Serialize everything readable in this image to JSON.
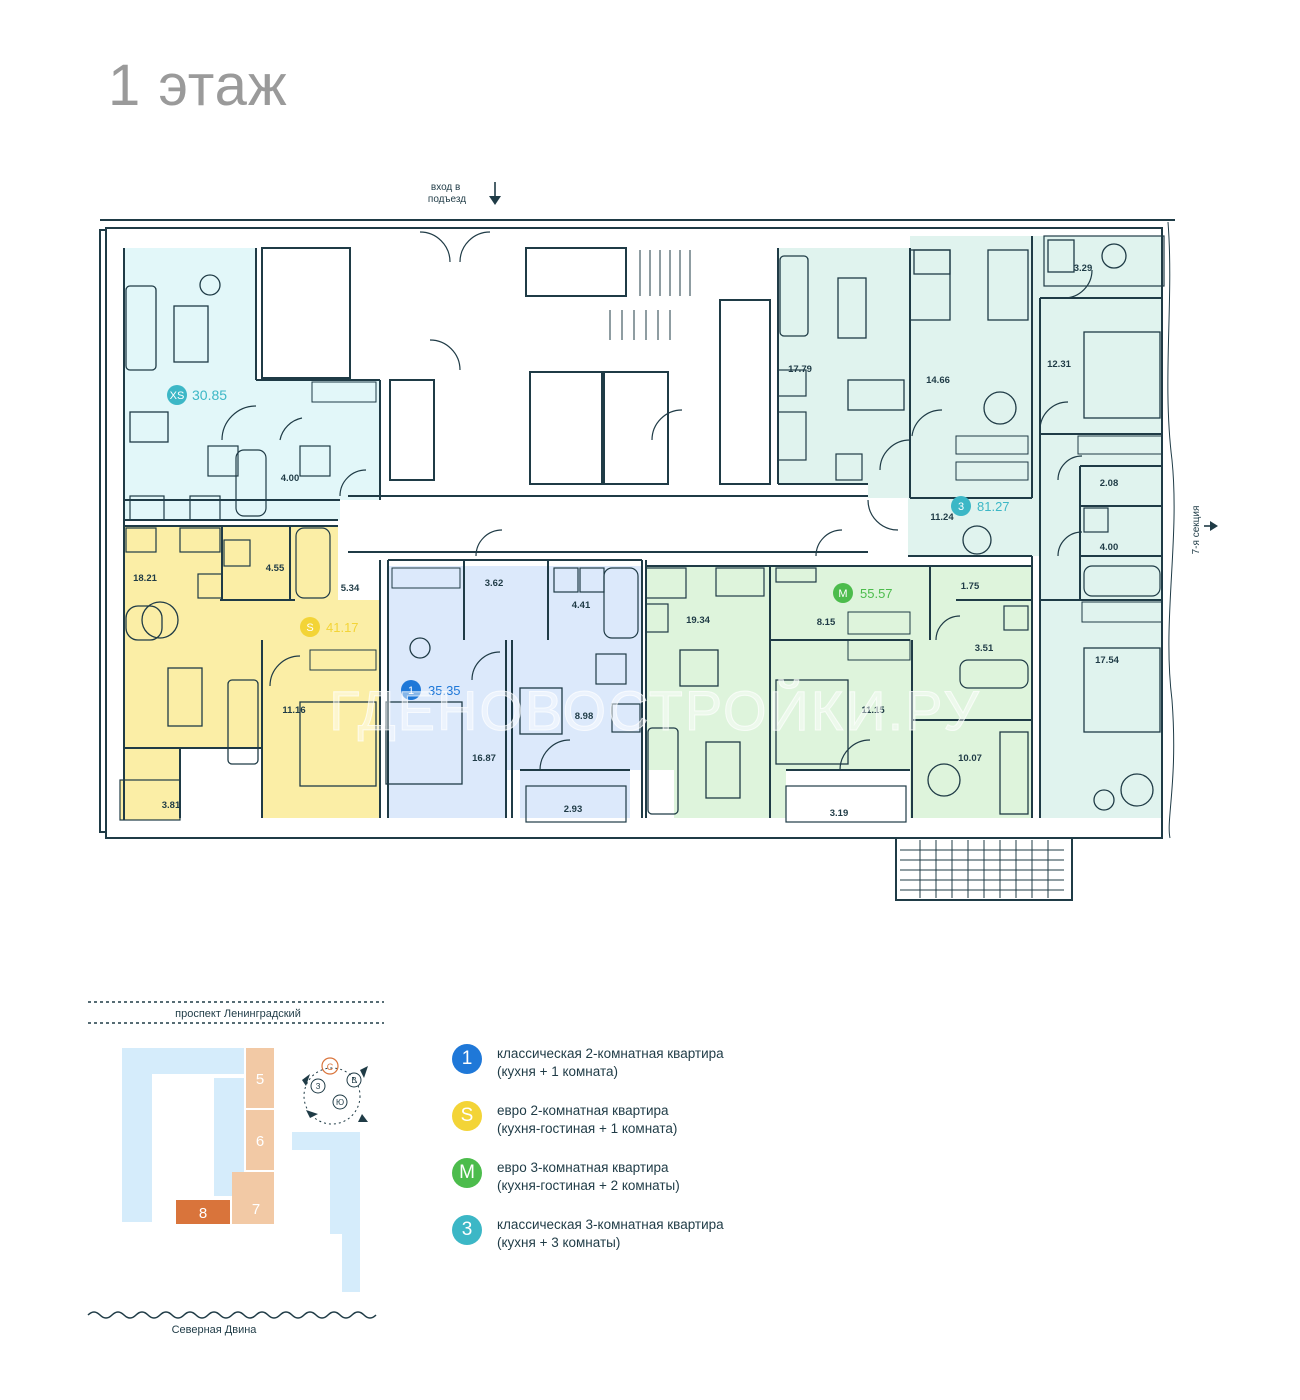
{
  "page_title": "1 этаж",
  "entrance_label": [
    "вход в",
    "подъезд"
  ],
  "section_label": "7-я секция",
  "watermark": "ГДЕНОВОСТРОЙКИ.РУ",
  "apartments": [
    {
      "badge": "XS",
      "area": "30.85",
      "color": "#3cb7c6"
    },
    {
      "badge": "S",
      "area": "41.17",
      "color": "#f3d437"
    },
    {
      "badge": "1",
      "area": "35.35",
      "color": "#1f78d8"
    },
    {
      "badge": "M",
      "area": "55.57",
      "color": "#4cbc4c"
    },
    {
      "badge": "3",
      "area": "81.27",
      "color": "#3cb7c6"
    }
  ],
  "rooms": [
    "4.00",
    "18.21",
    "4.55",
    "5.34",
    "11.16",
    "3.81",
    "3.62",
    "4.41",
    "8.98",
    "16.87",
    "2.93",
    "19.34",
    "8.15",
    "1.75",
    "3.51",
    "11.15",
    "10.07",
    "3.19",
    "17.79",
    "14.66",
    "3.29",
    "12.31",
    "2.08",
    "4.00",
    "11.24",
    "17.54"
  ],
  "site_plan": {
    "street_top": "проспект Ленинградский",
    "river_bottom": "Северная Двина",
    "sections": [
      "5",
      "6",
      "7",
      "8"
    ],
    "compass": [
      "С",
      "З",
      "В",
      "Ю"
    ]
  },
  "legend": [
    {
      "badge": "1",
      "color": "#1f78d8",
      "line1": "классическая 2-комнатная квартира",
      "line2": "(кухня + 1 комната)"
    },
    {
      "badge": "S",
      "color": "#f3d437",
      "line1": "евро 2-комнатная квартира",
      "line2": "(кухня-гостиная + 1 комната)"
    },
    {
      "badge": "M",
      "color": "#4cbc4c",
      "line1": "евро 3-комнатная квартира",
      "line2": "(кухня-гостиная + 2 комнаты)"
    },
    {
      "badge": "3",
      "color": "#3cb7c6",
      "line1": "классическая 3-комнатная квартира",
      "line2": "(кухня + 3 комнаты)"
    }
  ],
  "colors": {
    "zone_xs": "#e2f7f9",
    "zone_s": "#fbeea6",
    "zone_1": "#dce9fb",
    "zone_m": "#def4dc",
    "zone_3": "#e0f3ee",
    "wall": "#1f3b46",
    "site_light": "#d5ecfb",
    "site_section": "#f2c9a5",
    "site_active": "#d9743b"
  }
}
